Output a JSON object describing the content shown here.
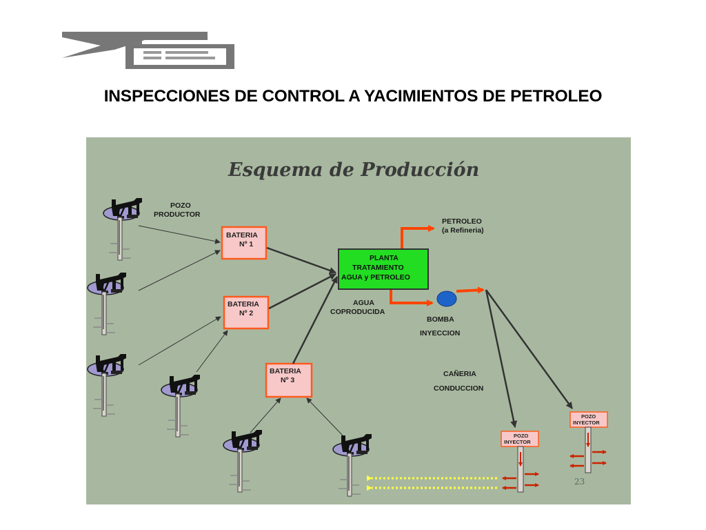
{
  "slide": {
    "title": "INSPECCIONES DE CONTROL A YACIMIENTOS DE PETROLEO"
  },
  "diagram": {
    "title": "Esquema de Producción",
    "background_color": "#a8b8a0",
    "labels": {
      "pozo_productor": [
        "POZO",
        "PRODUCTOR"
      ],
      "petroleo": [
        "PETROLEO",
        "(a Refineria)"
      ],
      "agua": [
        "AGUA",
        "COPRODUCIDA"
      ],
      "bomba": [
        "BOMBA",
        "INYECCION"
      ],
      "caneria": [
        "CAÑERIA",
        "CONDUCCION"
      ]
    },
    "batteries": [
      {
        "line1": "BATERIA",
        "line2": "Nº 1"
      },
      {
        "line1": "BATERIA",
        "line2": "Nº 2"
      },
      {
        "line1": "BATERIA",
        "line2": "Nº 3"
      }
    ],
    "plant": {
      "lines": [
        "PLANTA",
        "TRATAMIENTO",
        "AGUA y PETROLEO"
      ],
      "color": "#22dd22"
    },
    "injector_wells": [
      {
        "line1": "POZO",
        "line2": "INYECTOR"
      },
      {
        "line1": "POZO",
        "line2": "INYECTOR"
      }
    ],
    "page_number": "23",
    "colors": {
      "battery_fill": "#f8c8c8",
      "battery_border": "#ff5a1e",
      "flow_arrow": "#ff4400",
      "pump": "#1e64c8",
      "injection_flow": "#ffff44"
    }
  }
}
